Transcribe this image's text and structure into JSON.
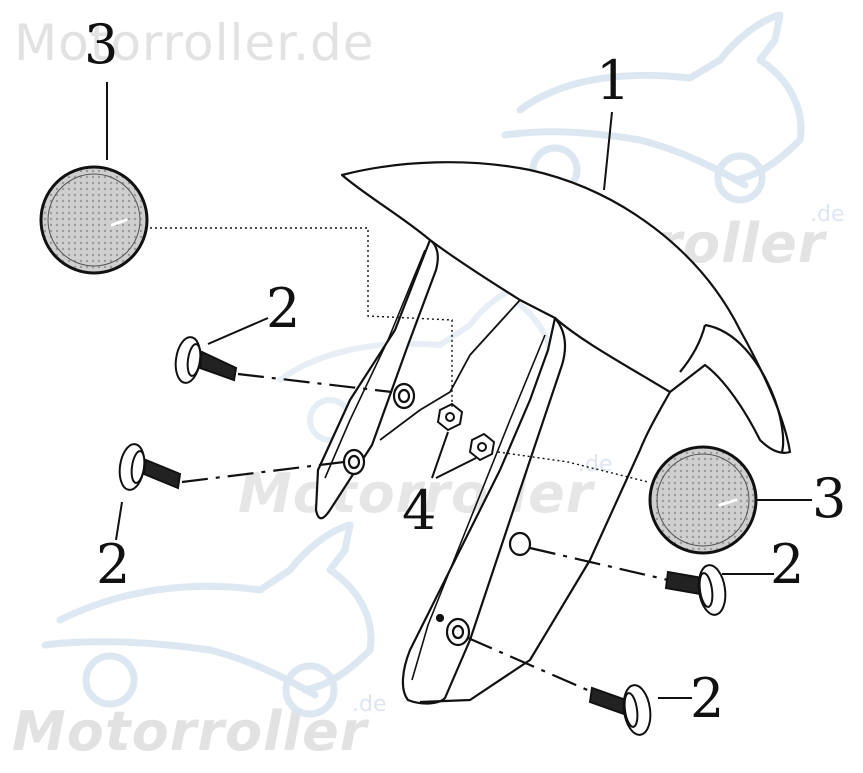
{
  "watermark": {
    "top_text": "Motorroller.de",
    "repeat_text": "Motorroller",
    "suffix": ".de"
  },
  "callouts": {
    "fender": "1",
    "screw": "2",
    "reflector": "3",
    "nut": "4"
  },
  "colors": {
    "line": "#111111",
    "watermark_text": "#e6e6e6",
    "watermark_scooter": "#d9e5f1",
    "reflector_fill": "#d8d8d8"
  }
}
